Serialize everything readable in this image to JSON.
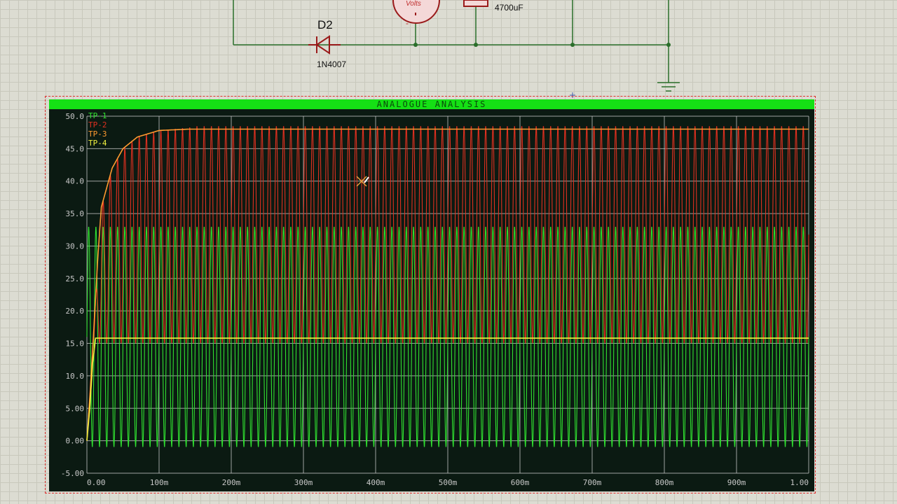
{
  "graph": {
    "title": "ANALOGUE ANALYSIS",
    "colors": {
      "title_bar": "#15e015",
      "background": "#0b1a12",
      "grid": "#d0d0d0"
    }
  },
  "schematic": {
    "diode_ref": "D2",
    "diode_part": "1N4007",
    "capacitor_value": "4700uF",
    "voltmeter_label": "Volts",
    "voltmeter_minus": "-"
  },
  "chart_data": {
    "type": "line",
    "xlim": [
      0,
      1.0
    ],
    "ylim": [
      -5,
      50
    ],
    "x_ticks": [
      0,
      0.1,
      0.2,
      0.3,
      0.4,
      0.5,
      0.6,
      0.7,
      0.8,
      0.9,
      1.0
    ],
    "x_tick_labels": [
      "0.00",
      "100m",
      "200m",
      "300m",
      "400m",
      "500m",
      "600m",
      "700m",
      "800m",
      "900m",
      "1.00"
    ],
    "y_ticks": [
      -5,
      0,
      5,
      10,
      15,
      20,
      25,
      30,
      35,
      40,
      45,
      50
    ],
    "y_tick_labels": [
      "-5.00",
      "0.00",
      "5.00",
      "10.0",
      "15.0",
      "20.0",
      "25.0",
      "30.0",
      "35.0",
      "40.0",
      "45.0",
      "50.0"
    ],
    "grid": true,
    "legend_position": "top-left",
    "series": [
      {
        "name": "TP-1",
        "color": "#30e030",
        "waveform": "sine",
        "frequency_hz": 100,
        "min": -1,
        "max": 33
      },
      {
        "name": "TP-2",
        "color": "#e03020",
        "waveform": "sine",
        "frequency_hz": 100,
        "min": 15,
        "max": 48.5,
        "ramp_to_steady": [
          [
            0,
            0
          ],
          [
            0.02,
            36
          ],
          [
            0.035,
            42
          ],
          [
            0.05,
            45
          ],
          [
            0.07,
            46.8
          ],
          [
            0.1,
            47.8
          ],
          [
            0.14,
            48.3
          ]
        ]
      },
      {
        "name": "TP-3",
        "color": "#ff9a30",
        "waveform": "ramp",
        "points": [
          [
            0,
            0
          ],
          [
            0.005,
            8
          ],
          [
            0.015,
            28
          ],
          [
            0.02,
            36
          ],
          [
            0.035,
            42
          ],
          [
            0.05,
            45
          ],
          [
            0.07,
            46.8
          ],
          [
            0.1,
            47.8
          ],
          [
            0.14,
            48
          ],
          [
            1.0,
            48
          ]
        ]
      },
      {
        "name": "TP-4",
        "color": "#f0f040",
        "waveform": "ramp",
        "points": [
          [
            0,
            0
          ],
          [
            0.004,
            5
          ],
          [
            0.008,
            12
          ],
          [
            0.012,
            15.8
          ],
          [
            1.0,
            15.8
          ]
        ]
      }
    ]
  }
}
